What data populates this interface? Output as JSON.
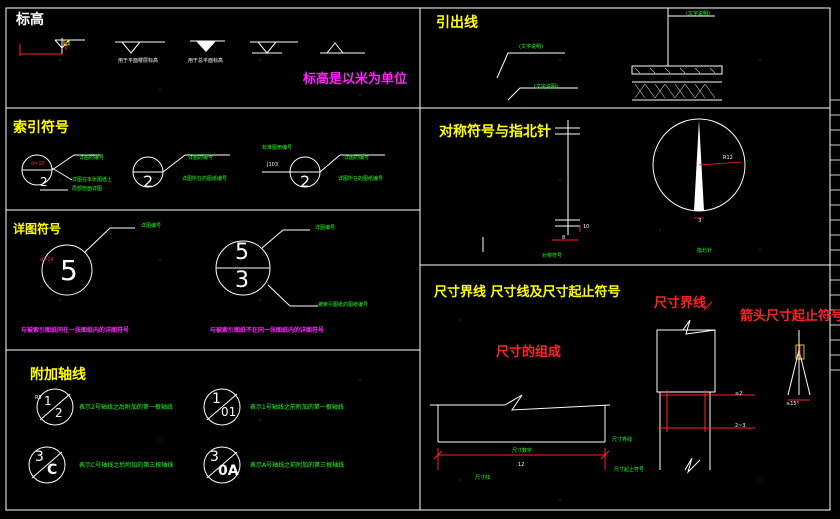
{
  "sections": {
    "elevation": {
      "title": "标高",
      "note": "标高是以米为单位",
      "sym1_label": "用于平面楼层标高",
      "sym2_label": "用于总平面标高"
    },
    "leader": {
      "title": "引出线",
      "label_a": "(文字说明)",
      "label_b": "(文字说明)",
      "label_c": "(文字说明)"
    },
    "index": {
      "title": "索引符号",
      "c1_label1": "详图的编号",
      "c1_label2": "详图在本张图纸上",
      "c1_label3": "局部剖面详图",
      "c2_label1": "详图的编号",
      "c2_label2": "详图所在的图纸编号",
      "c3_label0": "标准图册编号",
      "c3_code": "J103",
      "c3_label1": "详图的编号",
      "c3_label2": "详图所在的图纸编号",
      "d_label": "d=10",
      "num_a": "2",
      "num_b": "2",
      "num_c": "2"
    },
    "symmetry": {
      "title": "对称符号与指北针",
      "sym_label": "对称符号",
      "north_label": "指北针",
      "r_label": "R12",
      "w1": "3",
      "w2": "8",
      "w3": "10"
    },
    "detail": {
      "title": "详图符号",
      "d1_label": "详图编号",
      "d2_label": "详图编号",
      "d2_sheet_label": "被索引图纸的图纸编号",
      "note1": "与被索引图纸同在一张图纸内的详图符号",
      "note2": "与被索引图纸不在同一张图纸内的详图符号",
      "n1": "5",
      "n2_top": "5",
      "n2_bot": "3",
      "d_label": "d=14"
    },
    "dimension": {
      "title": "尺寸界线  尺寸线及尺寸起止符号",
      "composition": "尺寸的组成",
      "ext_line": "尺寸界线",
      "arrow_title": "箭头尺寸起止符号",
      "lbl_ext": "尺寸界线",
      "lbl_num": "尺寸数字",
      "lbl_line": "尺寸线",
      "lbl_tick": "尺寸起止符号",
      "dim_val": "12",
      "d2": "≥2",
      "d3": "2~3",
      "ang": "≥15°"
    },
    "axis": {
      "title": "附加轴线",
      "a1_label": "表示2号轴线之后附加的第一根轴线",
      "a2_label": "表示1号轴线之前附加的第一根轴线",
      "a3_label": "表示C号轴线之后附加的第三根轴线",
      "a4_label": "表示A号轴线之前附加的第三根轴线",
      "r_label": "R5",
      "a1_top": "1",
      "a1_bot": "2",
      "a2_top": "1",
      "a2_bot": "01",
      "a3_top": "3",
      "a3_bot": "C",
      "a4_top": "3",
      "a4_bot": "0A"
    }
  }
}
